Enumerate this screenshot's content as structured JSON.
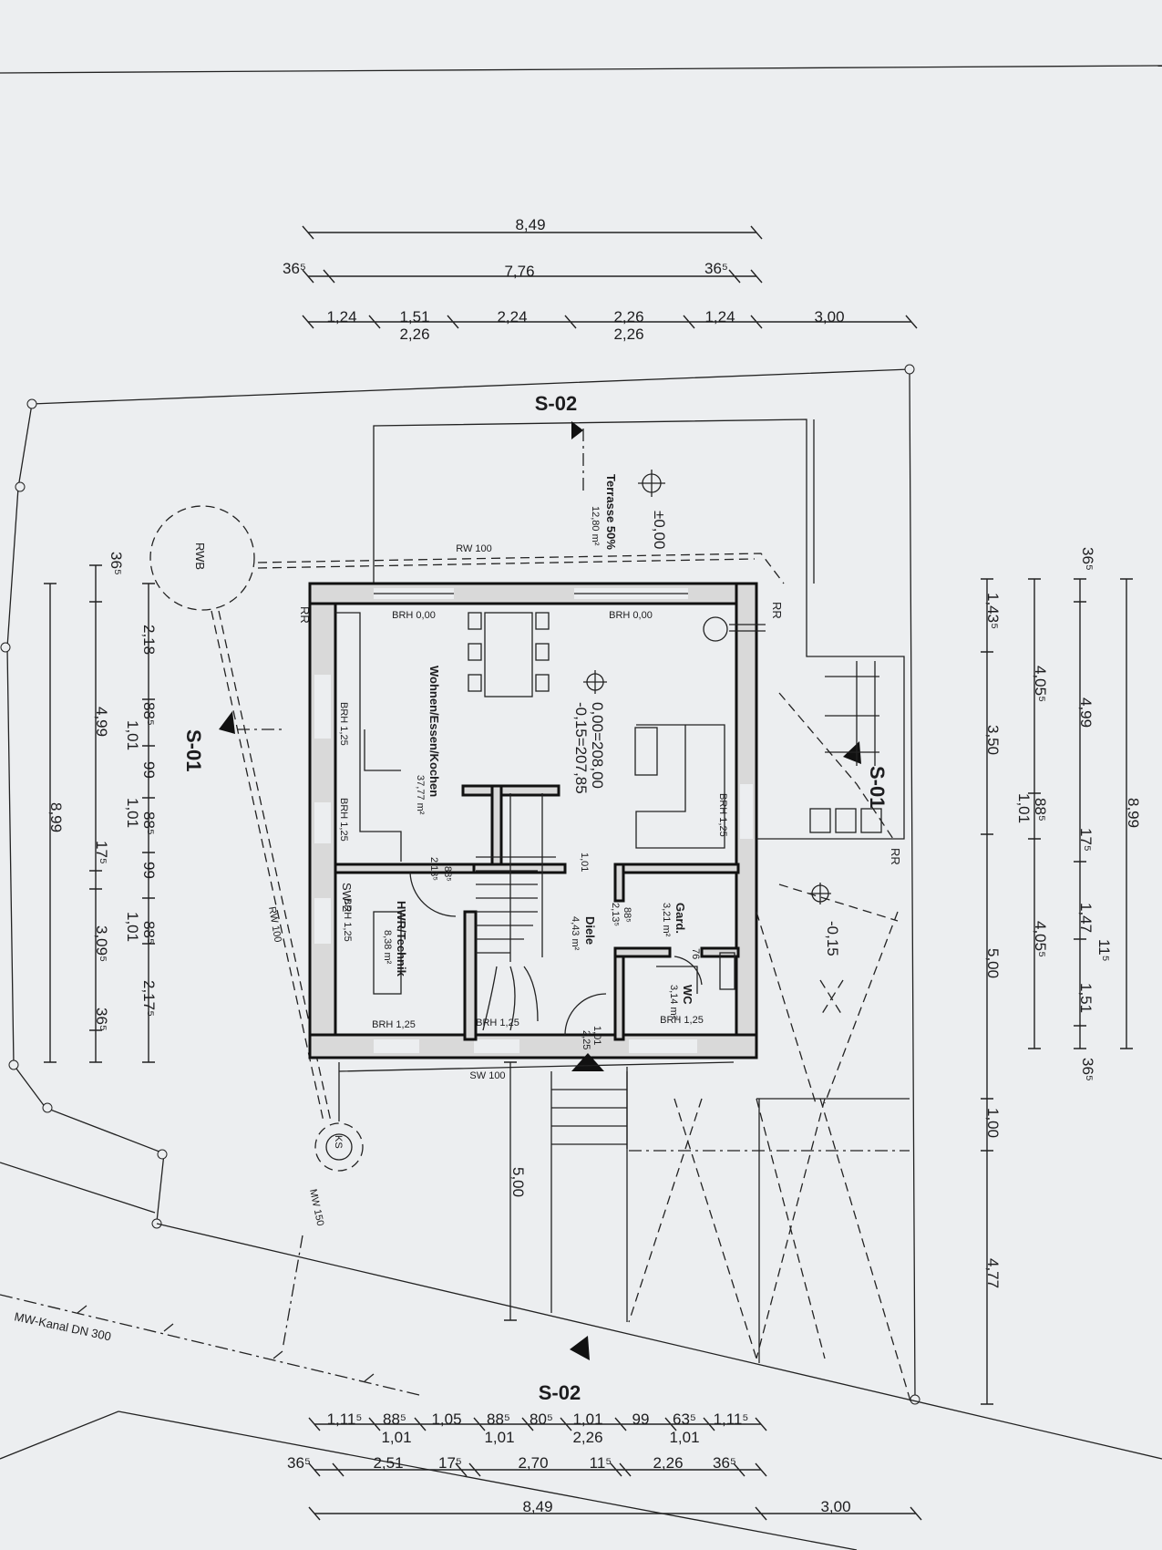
{
  "dimensions": {
    "top_overall": "8,49",
    "top_inner": "7,76",
    "top_wall_left": "36⁵",
    "top_wall_right": "36⁵",
    "top_segments": [
      "1,24",
      "1,51",
      "2,24",
      "2,26",
      "1,24",
      "3,00"
    ],
    "top_sub": [
      "2,26",
      "2,26"
    ],
    "left_col1": [
      "36⁵",
      "2,18",
      "88⁵",
      "1,01",
      "99",
      "1,01",
      "88⁵",
      "99",
      "1,01",
      "88⁵",
      "2,17⁵"
    ],
    "left_col2": [
      "4,99",
      "17⁵",
      "3,09⁵",
      "36⁵"
    ],
    "left_overall": "8,99",
    "right_col1": [
      "1,43⁵",
      "3,50",
      "5,00",
      "1,00",
      "4,77"
    ],
    "right_col2": [
      "4,05⁵",
      "88⁵",
      "1,01",
      "4,05⁵"
    ],
    "right_col3": [
      "36⁵",
      "4,99",
      "17⁵",
      "1,47",
      "11⁵",
      "1,51",
      "36⁵"
    ],
    "right_overall": "8,99",
    "bottom_row1": [
      "1,11⁵",
      "88⁵",
      "1,05",
      "88⁵",
      "80⁵",
      "1,01",
      "99",
      "63⁵",
      "1,11⁵"
    ],
    "bottom_row1_sub": [
      "1,01",
      "1,01",
      "2,26",
      "1,01"
    ],
    "bottom_row2": [
      "36⁵",
      "2,51",
      "17⁵",
      "2,70",
      "11⁵",
      "2,26",
      "36⁵"
    ],
    "bottom_overall": "8,49",
    "bottom_right": "3,00",
    "driveway": "5,00"
  },
  "sections": {
    "top": "S-02",
    "bottom": "S-02",
    "left": "S-01",
    "right": "S-01"
  },
  "rooms": {
    "terrace_name": "Terrasse 50%",
    "terrace_area": "12,80 m²",
    "terrace_level": "±0,00",
    "living_name": "Wohnen/Essen/Kochen",
    "living_area": "37,77 m²",
    "level_main_1": "0,00=208,00",
    "level_main_2": "-0,15=207,85",
    "hwr_name": "HWR/Technik",
    "hwr_area": "8,38 m²",
    "diele_name": "Diele",
    "diele_area": "4,43 m²",
    "gard_name": "Gard.",
    "gard_area": "3,21 m²",
    "wc_name": "WC",
    "wc_area": "3,14 m²",
    "carport_level": "-0,15"
  },
  "labels": {
    "rwb": "RWB",
    "ks": "KS",
    "rw100_top": "RW 100",
    "rw100_side": "RW 100",
    "sw100": "SW 100",
    "mw150": "MW 150",
    "canal": "MW-Kanal DN 300",
    "rr": "RR",
    "brh_000": "BRH 0,00",
    "brh_125": "BRH 1,25",
    "sw2": "SW-2",
    "door_885": "88⁵",
    "door_2135": "2,13⁵",
    "door_101": "1,01",
    "door_225": "2,25",
    "door_76": "76"
  }
}
